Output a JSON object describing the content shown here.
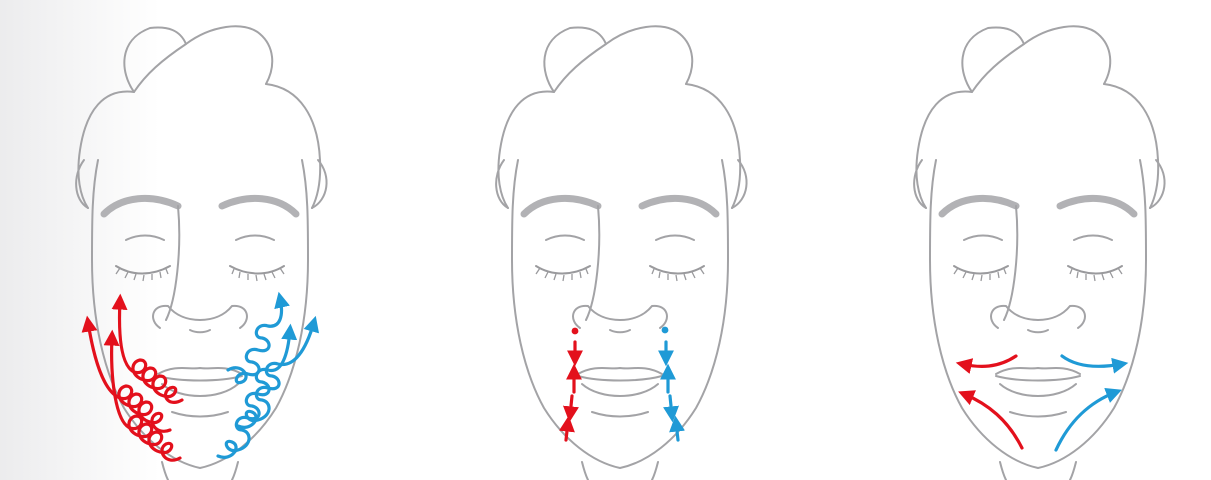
{
  "colors": {
    "outline": "#a3a3a6",
    "brow": "#b2b2b5",
    "lash": "#9a9a9d",
    "left_side": "#e3101c",
    "right_side": "#1f9ad6"
  },
  "panels": [
    {
      "id": "spiral",
      "motion": "spiral-upward-strokes"
    },
    {
      "id": "dots",
      "motion": "short-alternating-strokes"
    },
    {
      "id": "sweep",
      "motion": "outward-sweeping-strokes"
    }
  ]
}
